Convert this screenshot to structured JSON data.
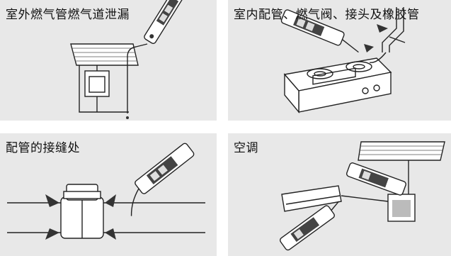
{
  "panels": [
    {
      "title": "室外燃气管燃气道泄漏"
    },
    {
      "title": "室内配管、燃气阀、接头及橡胶管"
    },
    {
      "title": "配管的接缝处"
    },
    {
      "title": "空调"
    }
  ]
}
